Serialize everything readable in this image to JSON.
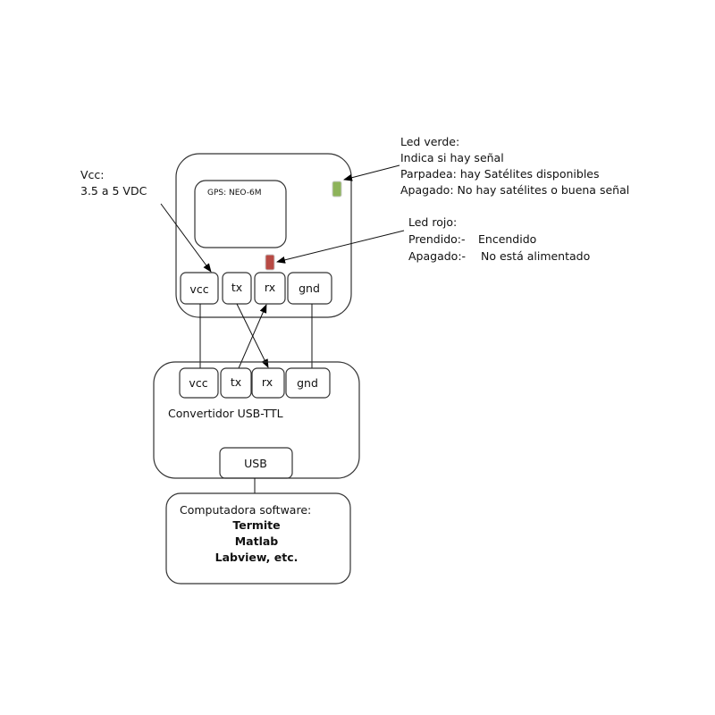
{
  "vcc_note": {
    "title": "Vcc:",
    "range": "3.5 a 5 VDC"
  },
  "gps": {
    "label": "GPS: NEO-6M",
    "pins": [
      "vcc",
      "tx",
      "rx",
      "gnd"
    ]
  },
  "led_verde": {
    "lines": [
      "Led verde:",
      "Indica si hay señal",
      "Parpadea: hay Satélites disponibles",
      "Apagado: No hay satélites o buena señal"
    ],
    "color": "#8db35a"
  },
  "led_rojo": {
    "title": "Led rojo:",
    "on_label": "Prendido:-",
    "on_value": "Encendido",
    "off_label": "Apagado:-",
    "off_value": "No está alimentado",
    "color": "#b84a44"
  },
  "converter": {
    "label": "Convertidor USB-TTL",
    "pins": [
      "vcc",
      "tx",
      "rx",
      "gnd"
    ],
    "usb": "USB"
  },
  "computer": {
    "title": "Computadora software:",
    "software": [
      "Termite",
      "Matlab",
      "Labview, etc."
    ]
  }
}
